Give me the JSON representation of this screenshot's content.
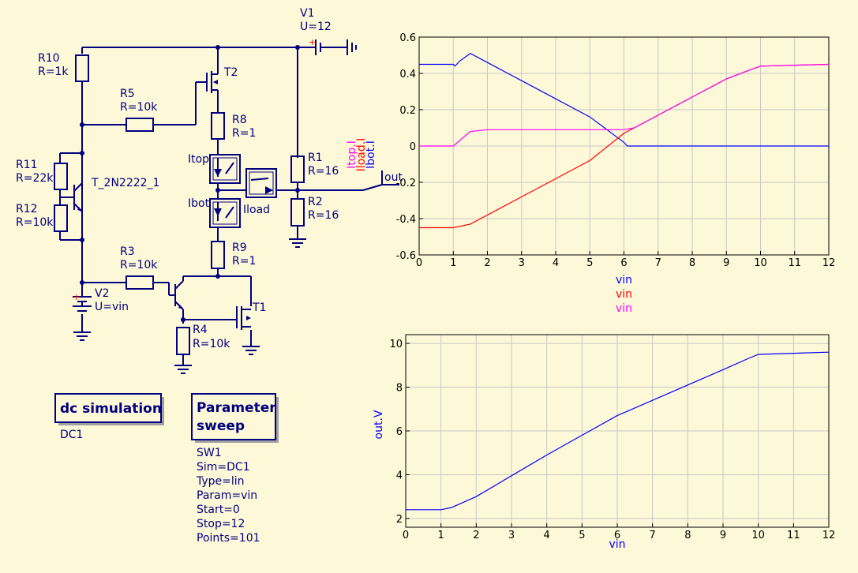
{
  "schematic": {
    "components": {
      "V1": {
        "name": "V1",
        "value": "U=12"
      },
      "R10": {
        "name": "R10",
        "value": "R=1k"
      },
      "T2": {
        "name": "T2"
      },
      "R5": {
        "name": "R5",
        "value": "R=10k"
      },
      "R8": {
        "name": "R8",
        "value": "R=1"
      },
      "R11": {
        "name": "R11",
        "value": "R=22k"
      },
      "T_2N2222_1": {
        "name": "T_2N2222_1"
      },
      "R12": {
        "name": "R12",
        "value": "R=10k"
      },
      "Itop": {
        "name": "Itop"
      },
      "Ibot": {
        "name": "Ibot"
      },
      "Iload": {
        "name": "Iload"
      },
      "R1": {
        "name": "R1",
        "value": "R=16"
      },
      "R2": {
        "name": "R2",
        "value": "R=16"
      },
      "out": {
        "name": "out"
      },
      "R9": {
        "name": "R9",
        "value": "R=1"
      },
      "R3": {
        "name": "R3",
        "value": "R=10k"
      },
      "V2": {
        "name": "V2",
        "value": "U=vin"
      },
      "T1": {
        "name": "T1"
      },
      "R4": {
        "name": "R4",
        "value": "R=10k"
      }
    },
    "dc_sim": {
      "title": "dc simulation",
      "name": "DC1"
    },
    "sweep": {
      "title_line1": "Parameter",
      "title_line2": "sweep",
      "params": [
        "SW1",
        "Sim=DC1",
        "Type=lin",
        "Param=vin",
        "Start=0",
        "Stop=12",
        "Points=101"
      ]
    }
  },
  "chart_data": [
    {
      "type": "line",
      "x_label_lines": [
        "vin",
        "vin",
        "vin"
      ],
      "y_label_lines": [
        "Itop.I",
        "Iload.I",
        "Ibot.I"
      ],
      "xlim": [
        0,
        12
      ],
      "ylim": [
        -0.6,
        0.6
      ],
      "xticks": [
        "0",
        "1",
        "2",
        "3",
        "4",
        "5",
        "6",
        "7",
        "8",
        "9",
        "10",
        "11",
        "12"
      ],
      "yticks": [
        "-0.6",
        "-0.4",
        "-0.2",
        "0",
        "0.2",
        "0.4",
        "0.6"
      ],
      "grid": true,
      "series": [
        {
          "name": "Ibot.I",
          "color": "#0000ff",
          "x": [
            0,
            1,
            1.05,
            1.2,
            1.5,
            2,
            3,
            4,
            5,
            6,
            6.1,
            12
          ],
          "y": [
            0.45,
            0.45,
            0.44,
            0.47,
            0.51,
            0.46,
            0.36,
            0.26,
            0.16,
            0.02,
            0.0,
            0.0
          ]
        },
        {
          "name": "Iload.I",
          "color": "#ff0000",
          "x": [
            0,
            1,
            1.5,
            2,
            3,
            4,
            5,
            6,
            7,
            8,
            9,
            9.7,
            10,
            12
          ],
          "y": [
            -0.45,
            -0.45,
            -0.43,
            -0.38,
            -0.28,
            -0.18,
            -0.08,
            0.07,
            0.17,
            0.27,
            0.37,
            0.42,
            0.44,
            0.45
          ]
        },
        {
          "name": "Itop.I",
          "color": "#ff00ff",
          "x": [
            0,
            1,
            1.5,
            2,
            3,
            4,
            5,
            6,
            6.3,
            7,
            8,
            9,
            9.7,
            10,
            12
          ],
          "y": [
            0.0,
            0.0,
            0.08,
            0.09,
            0.09,
            0.09,
            0.09,
            0.09,
            0.1,
            0.17,
            0.27,
            0.37,
            0.42,
            0.44,
            0.45
          ]
        }
      ]
    },
    {
      "type": "line",
      "x_label_lines": [
        "vin"
      ],
      "y_label_lines": [
        "out.V"
      ],
      "xlim": [
        0,
        12
      ],
      "ylim": [
        1.6,
        10.4
      ],
      "xticks": [
        "0",
        "1",
        "2",
        "3",
        "4",
        "5",
        "6",
        "7",
        "8",
        "9",
        "10",
        "11",
        "12"
      ],
      "yticks": [
        "2",
        "4",
        "6",
        "8",
        "10"
      ],
      "ytick_values": [
        2,
        4,
        6,
        8,
        10
      ],
      "grid": true,
      "series": [
        {
          "name": "out.V",
          "color": "#0000ff",
          "x": [
            0,
            1,
            1.3,
            2,
            3,
            4,
            5,
            6,
            7,
            8,
            9,
            9.7,
            10,
            11,
            12
          ],
          "y": [
            2.4,
            2.4,
            2.5,
            3.0,
            3.95,
            4.9,
            5.8,
            6.7,
            7.4,
            8.1,
            8.8,
            9.3,
            9.5,
            9.55,
            9.6
          ]
        }
      ]
    }
  ]
}
